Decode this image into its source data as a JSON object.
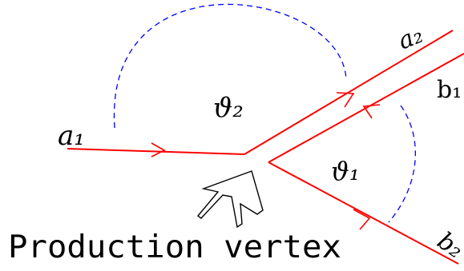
{
  "labels": {
    "a1": "a₁",
    "a2": "a₂",
    "b1": "b₁",
    "b2": "b₂",
    "theta1": "ϑ₁",
    "theta2": "ϑ₂",
    "caption": "Production vertex"
  },
  "colors": {
    "track": "#ff0000",
    "arc": "#0000ff",
    "vertex_arrow": "#000000",
    "text": "#000000",
    "background": "#ffffff"
  }
}
